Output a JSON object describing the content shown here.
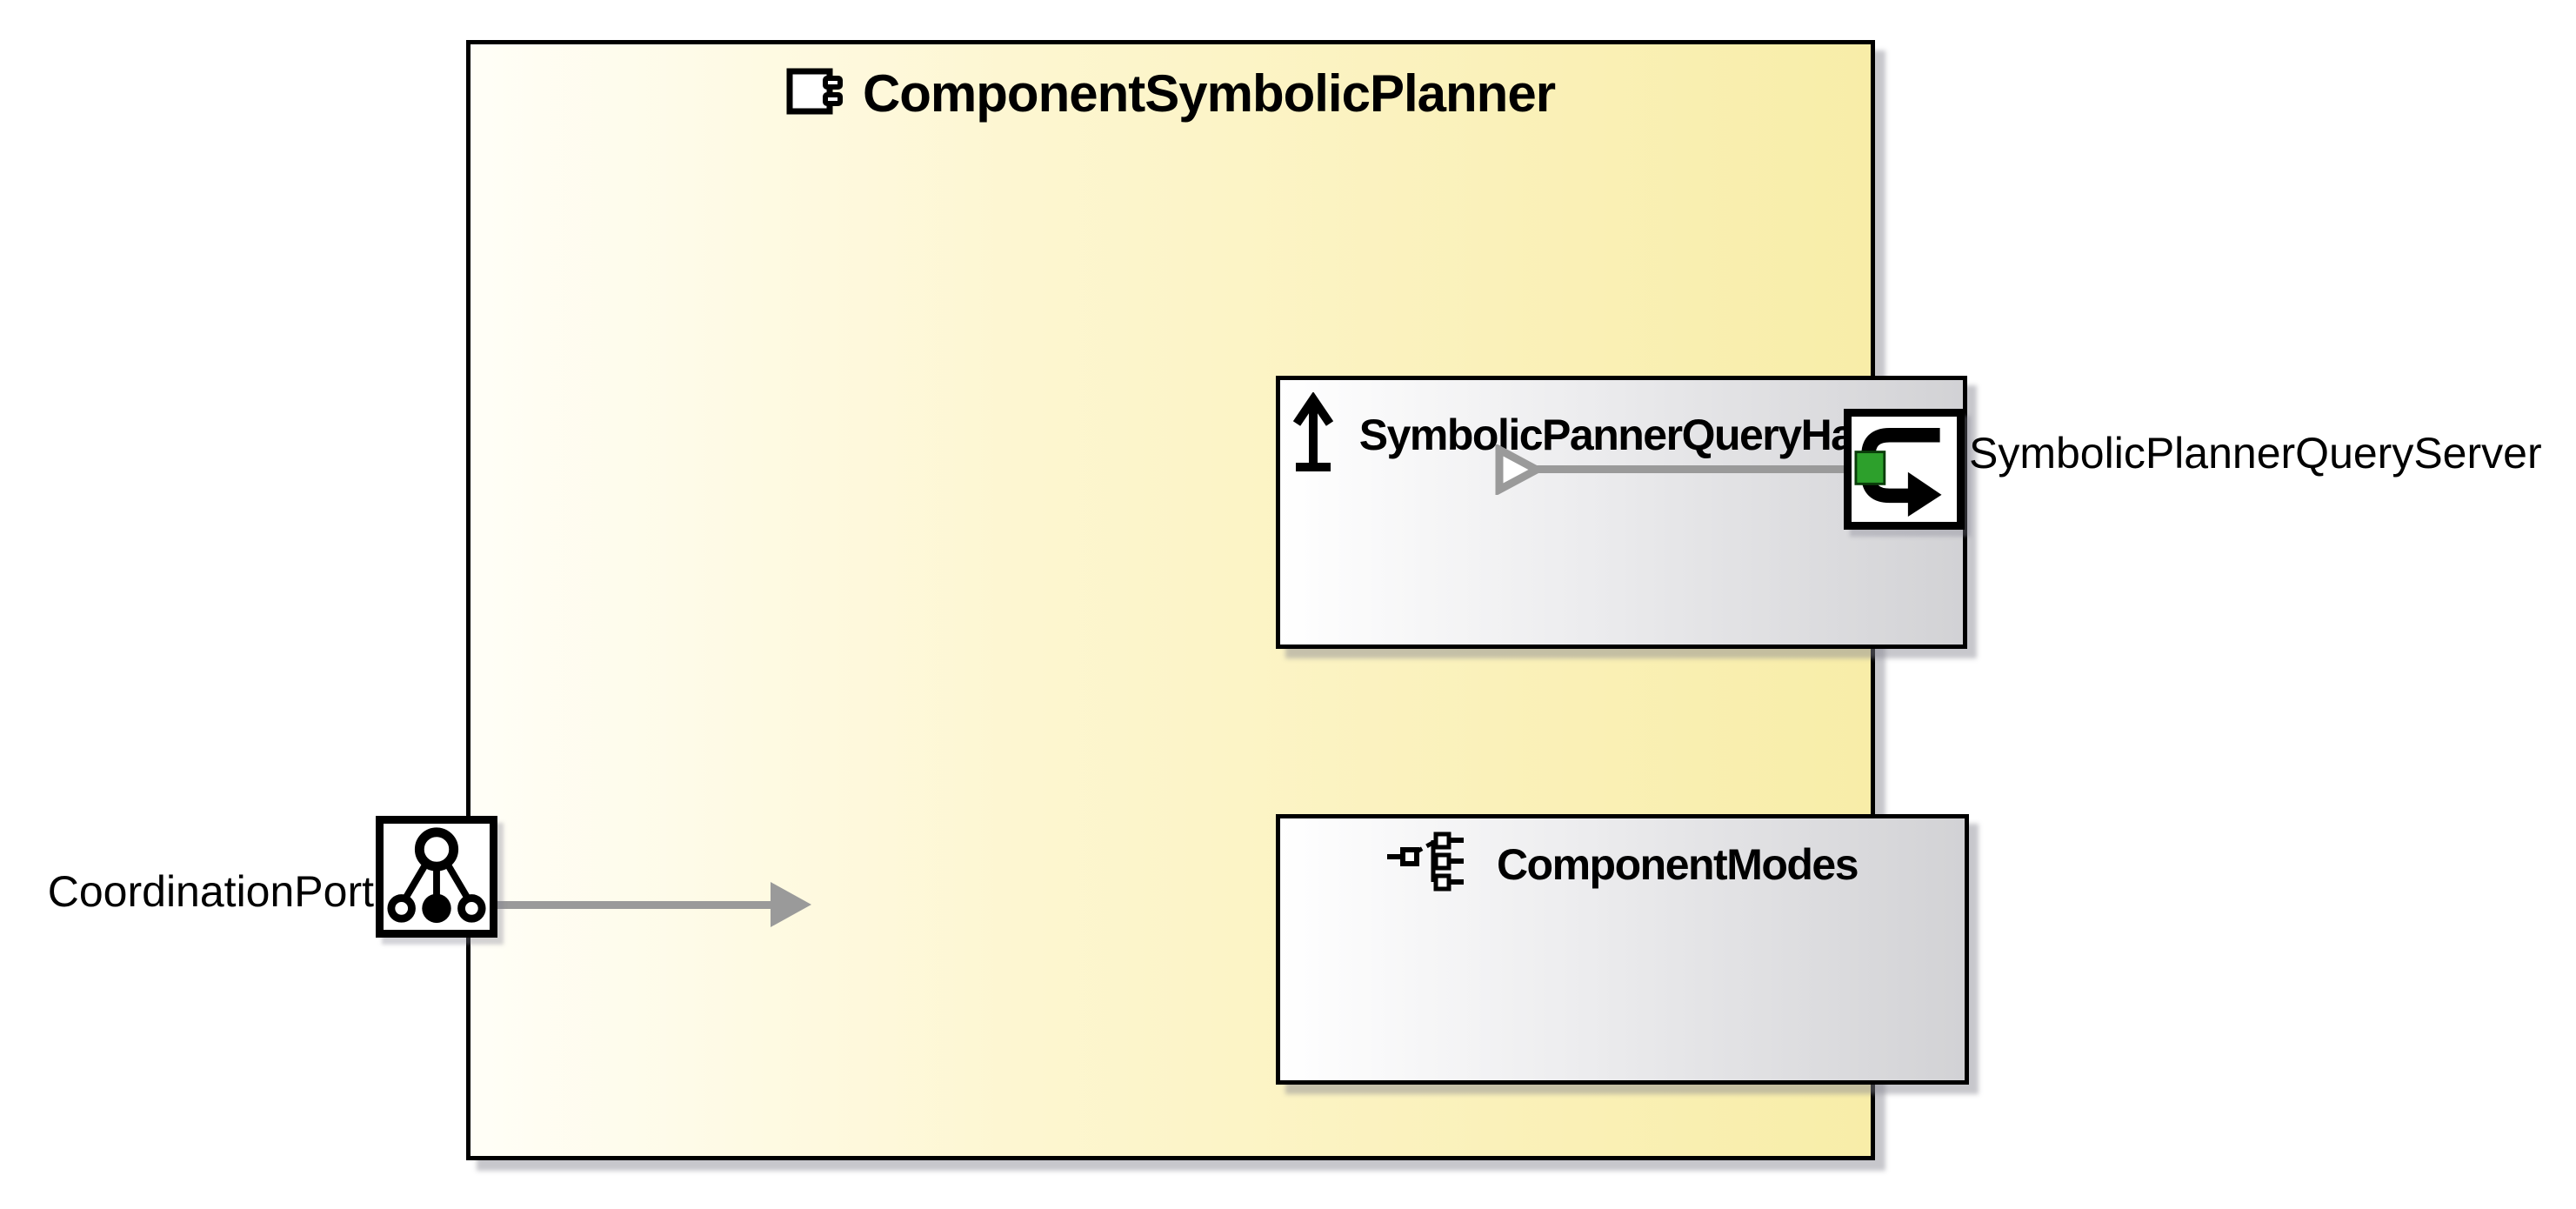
{
  "diagram": {
    "component": {
      "title": "ComponentSymbolicPlanner",
      "fill_left": "#fffef7",
      "fill_right": "#f8eda8"
    },
    "inner_components": [
      {
        "name": "SymbolicPannerQueryHandler",
        "icon": "up-arrow-icon"
      },
      {
        "name": "ComponentModes",
        "icon": "modes-tree-icon"
      }
    ],
    "ports": [
      {
        "name": "SymbolicPlannerQueryServer",
        "side": "right",
        "icon": "loop-arrow-icon",
        "accent_color": "#2da02c"
      },
      {
        "name": "CoordinationPort",
        "side": "left",
        "icon": "coordination-tree-icon"
      }
    ],
    "colors": {
      "connector": "#9a9a9a",
      "border": "#000000",
      "inner_gradient_start": "#ffffff",
      "inner_gradient_end": "#d2d2d5"
    }
  }
}
